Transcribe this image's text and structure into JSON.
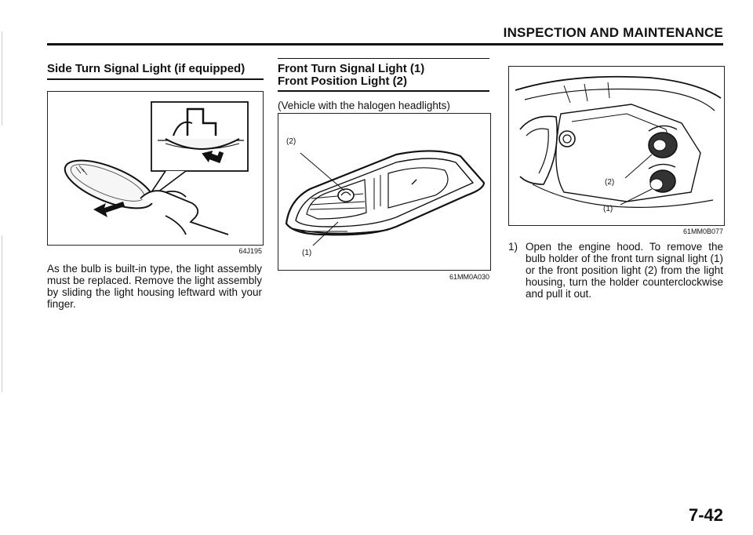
{
  "header": {
    "title": "INSPECTION AND MAINTENANCE"
  },
  "left": {
    "title": "Side Turn Signal Light (if equipped)",
    "figure_code": "64J195",
    "text": "As the bulb is built-in type, the light assembly must be replaced. Remove the light assembly by sliding the light housing leftward with your finger."
  },
  "middle": {
    "title_line1": "Front Turn Signal Light (1)",
    "title_line2": "Front Position Light (2)",
    "subtitle": "(Vehicle with the halogen headlights)",
    "label_2": "(2)",
    "label_1": "(1)",
    "figure_code": "61MM0A030"
  },
  "right": {
    "label_2": "(2)",
    "label_1": "(1)",
    "figure_code": "61MM0B077",
    "step_number": "1)",
    "step_text": "Open the engine hood. To remove the bulb holder of the front turn signal light (1) or the front position light (2) from the light housing, turn the holder counterclockwise and pull it out."
  },
  "footer": {
    "page_number": "7-42"
  }
}
